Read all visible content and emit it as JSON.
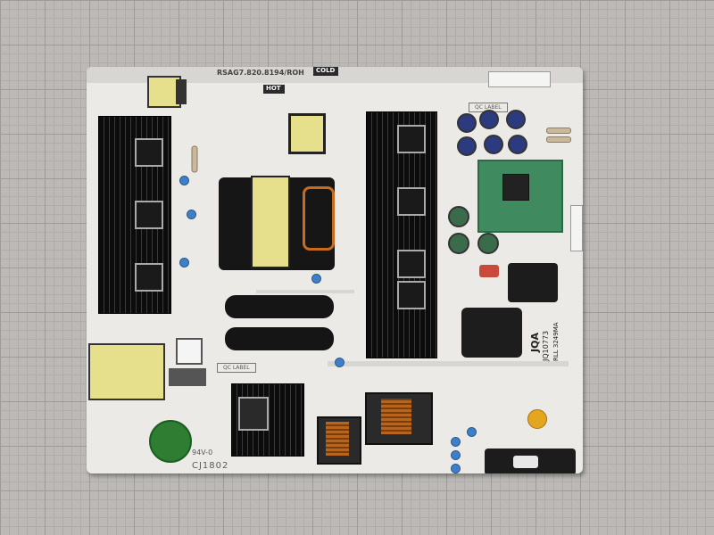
{
  "board": {
    "part_number": "RSAG7.820.8194/ROH",
    "cold_label": "COLD",
    "hot_label": "HOT",
    "qc_label_top": "QC LABEL",
    "qc_label_bottom": "QC LABEL",
    "flammability": "94V-0",
    "code": "CJ1802",
    "brand": "JQA",
    "brand_code": "JQ10773",
    "rating": "RLL 3249MA"
  },
  "colors": {
    "board": "#eceae6",
    "heatsink": "#111111",
    "transformer": "#e6e08c",
    "varistor": "#2e7d32",
    "small_cap": "#3f7fc8"
  }
}
